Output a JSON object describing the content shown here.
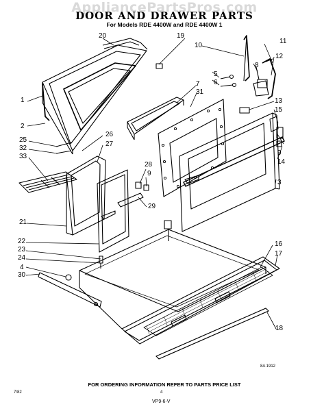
{
  "watermark": "AppliancePartsPros.com",
  "title": "DOOR AND DRAWER PARTS",
  "subtitle": "For Models RDE 4400W and RDE 4400W 1",
  "footer": "FOR ORDERING INFORMATION REFER TO PARTS PRICE LIST",
  "art_code": "8A 1912",
  "left_code": "7/82",
  "page_mark": "4",
  "bottom_code": "VP9-6-V",
  "callouts": {
    "c1": "1",
    "c2": "2",
    "c3": "3",
    "c4": "4",
    "c5": "5",
    "c6": "6",
    "c7": "7",
    "c8": "8",
    "c9": "9",
    "c9b": "9",
    "c10": "10",
    "c11": "11",
    "c12": "12",
    "c13": "13",
    "c14": "14",
    "c15": "15",
    "c16": "16",
    "c17": "17",
    "c18": "18",
    "c19": "19",
    "c20": "20",
    "c21": "21",
    "c22": "22",
    "c23": "23",
    "c24": "24",
    "c25": "25",
    "c26": "26",
    "c27": "27",
    "c28": "28",
    "c29": "29",
    "c30": "30",
    "c31": "31",
    "c32": "32",
    "c33": "33"
  }
}
